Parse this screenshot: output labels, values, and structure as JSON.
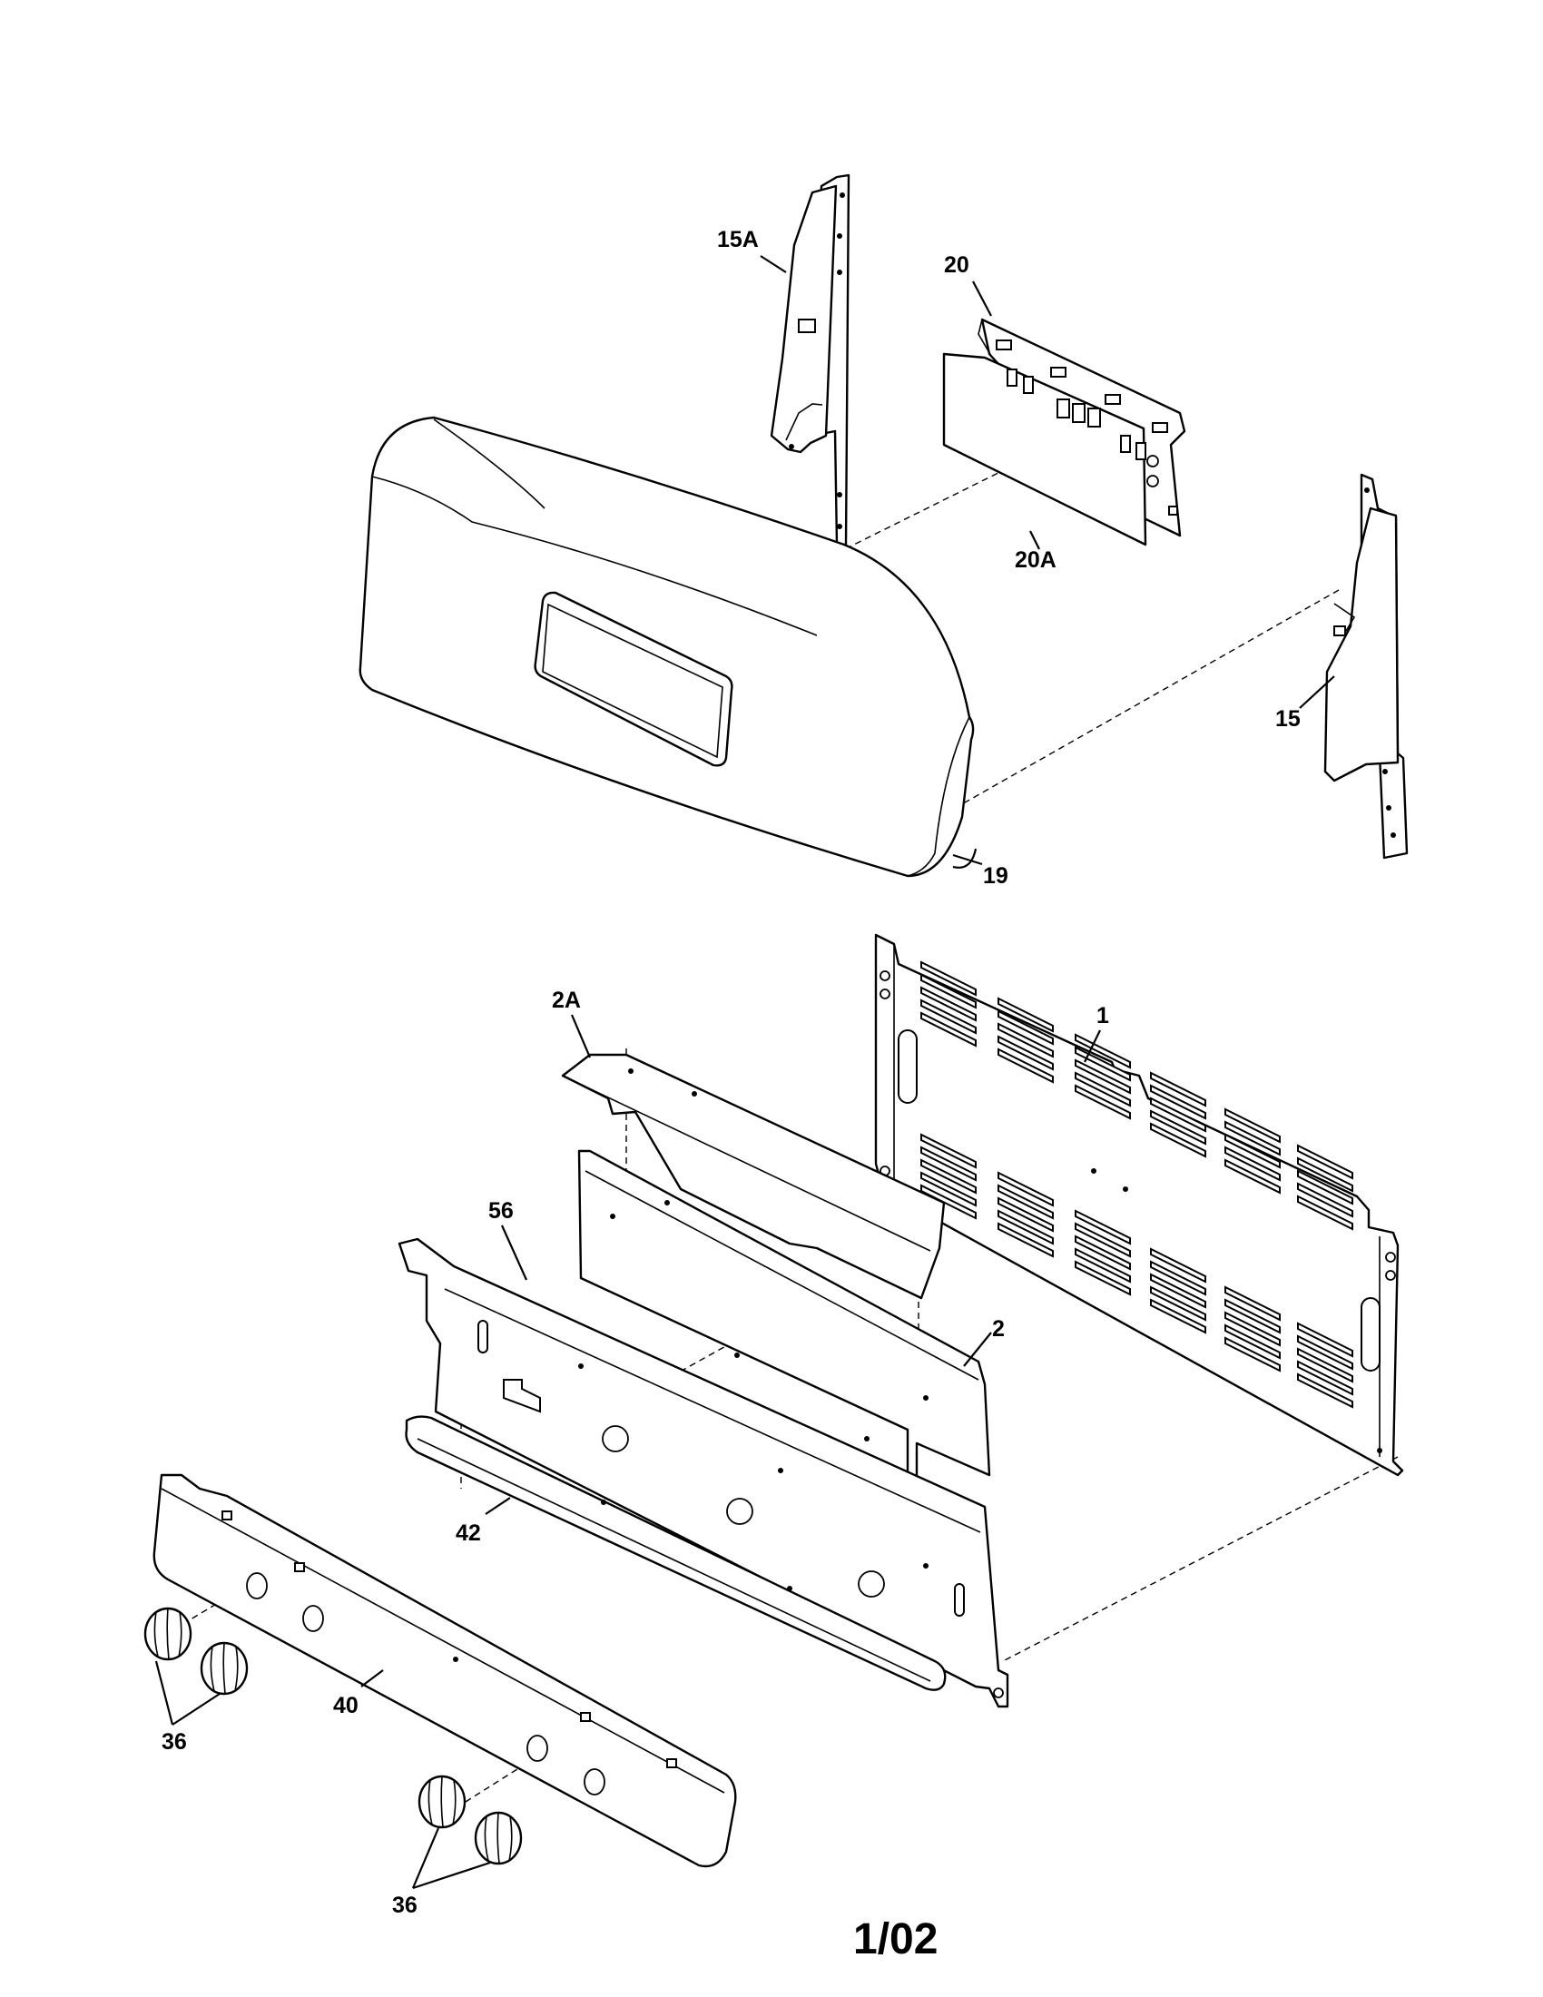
{
  "callouts": {
    "p15A": "15A",
    "p20": "20",
    "p20A": "20A",
    "p15": "15",
    "p19": "19",
    "p1": "1",
    "p2A": "2A",
    "p56": "56",
    "p2": "2",
    "p42": "42",
    "p40": "40",
    "p36_top": "36",
    "p36_bottom": "36"
  },
  "page_number": "1/02"
}
